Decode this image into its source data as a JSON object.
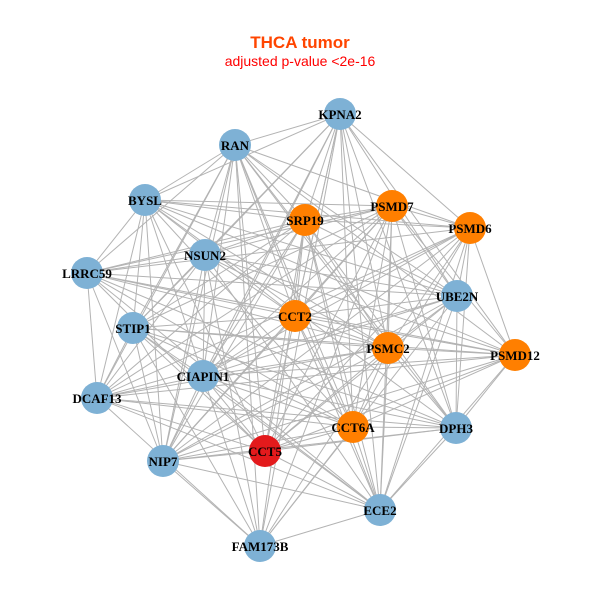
{
  "title": "THCA tumor",
  "subtitle": "adjusted p-value <2e-16",
  "colors": {
    "title": "#ff4500",
    "subtitle": "#ff0000",
    "blue": "#7eb1d5",
    "orange": "#ff7f00",
    "red": "#e31a1c",
    "edge": "#b3b3b3"
  },
  "nodes": [
    {
      "name": "KPNA2",
      "group": "blue"
    },
    {
      "name": "RAN",
      "group": "blue"
    },
    {
      "name": "BYSL",
      "group": "blue"
    },
    {
      "name": "PSMD7",
      "group": "orange"
    },
    {
      "name": "SRP19",
      "group": "orange"
    },
    {
      "name": "PSMD6",
      "group": "orange"
    },
    {
      "name": "NSUN2",
      "group": "blue"
    },
    {
      "name": "LRRC59",
      "group": "blue"
    },
    {
      "name": "UBE2N",
      "group": "blue"
    },
    {
      "name": "CCT2",
      "group": "orange"
    },
    {
      "name": "STIP1",
      "group": "blue"
    },
    {
      "name": "PSMC2",
      "group": "orange"
    },
    {
      "name": "PSMD12",
      "group": "orange"
    },
    {
      "name": "CIAPIN1",
      "group": "blue"
    },
    {
      "name": "DCAF13",
      "group": "blue"
    },
    {
      "name": "CCT6A",
      "group": "orange"
    },
    {
      "name": "DPH3",
      "group": "blue"
    },
    {
      "name": "CCT5",
      "group": "red"
    },
    {
      "name": "NIP7",
      "group": "blue"
    },
    {
      "name": "ECE2",
      "group": "blue"
    },
    {
      "name": "FAM173B",
      "group": "blue"
    }
  ]
}
